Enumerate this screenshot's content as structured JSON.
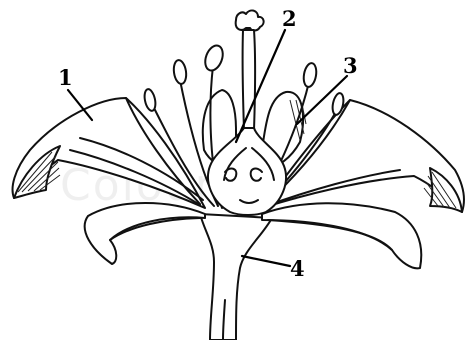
{
  "labels": [
    {
      "id": "label-1",
      "text": "1"
    },
    {
      "id": "label-2",
      "text": "2"
    },
    {
      "id": "label-3",
      "text": "3"
    },
    {
      "id": "label-4",
      "text": "4"
    }
  ],
  "watermark": "Colourbox"
}
